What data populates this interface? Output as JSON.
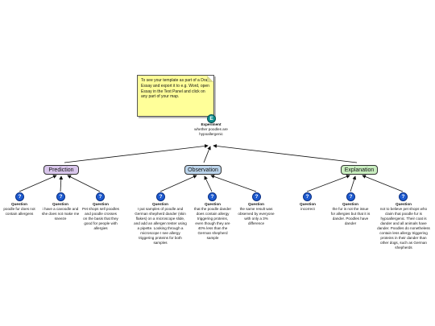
{
  "note": {
    "text": "To see your template as part of a Draft Essay and export it to e.g. Word, open Essay in the Text Panel and click on any part of your map."
  },
  "experiment": {
    "title": "Experiment",
    "description": "whether poodles are hypoallergenic"
  },
  "categories": [
    {
      "label": "Prediction",
      "color": "#d9c6ec"
    },
    {
      "label": "Observation",
      "color": "#bcd5ec"
    },
    {
      "label": "Explanation",
      "color": "#c9eec0"
    }
  ],
  "questions": [
    {
      "title": "Question",
      "text": "poodle fur does not contain allergens"
    },
    {
      "title": "Question",
      "text": "i have a cavoodle and she does not make me sneeze"
    },
    {
      "title": "Question",
      "text": "Pet shops sell poodles and poodle crosses on the basis that they good for people with allergies"
    },
    {
      "title": "Question",
      "text": "I put samples of poodle and German shepherd dander (skin flakes) on a microscope slide, and add an allergen tester using a pipette. Looking through a microscope I see allergy triggering proteins for both samples"
    },
    {
      "title": "Question",
      "text": "that the poodle dander does contain allergy triggering proteins, even though they are 40% less than the German shepherd sample"
    },
    {
      "title": "Question",
      "text": "the same result was observed by everyone with only a 3% difference"
    },
    {
      "title": "Question",
      "text": "incorrect"
    },
    {
      "title": "Question",
      "text": "the fur is not the issue for allergies but that it is dander. Poodles have dander"
    },
    {
      "title": "Question",
      "text": "not to believe pet shops who claim that poodle fur is hypoallergenic. Their coat is dander and all animals have dander. Poodles do nonetheless contain less allergy triggering proteins in their dander than other dogs, such as German shepherds"
    }
  ]
}
